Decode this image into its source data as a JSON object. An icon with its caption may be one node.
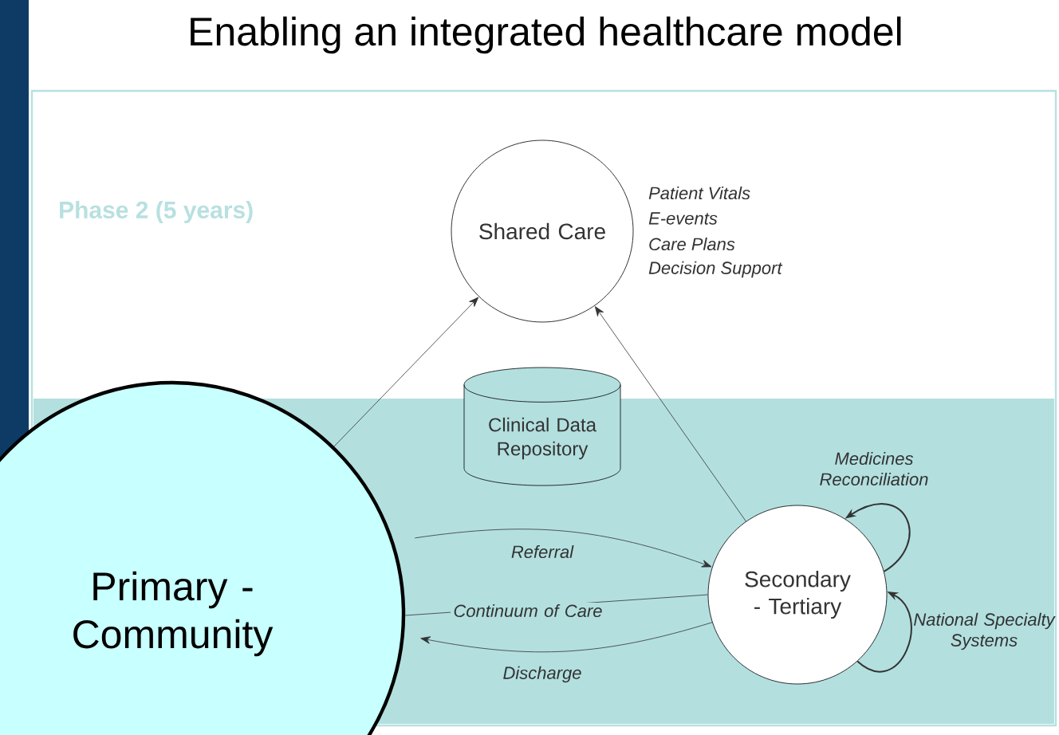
{
  "diagram": {
    "title": "Enabling an integrated healthcare model",
    "nodes": [
      {
        "text": [
          "Shared Care"
        ],
        "beside": [
          "Patient Vitals",
          "E-events",
          "Care Plans",
          "Decision Support"
        ]
      },
      {
        "text": [
          "Clinical Data Repository"
        ]
      },
      {
        "text": [
          "Secondary - Tertiary"
        ]
      },
      {
        "text": [
          "Primary - Community"
        ]
      }
    ],
    "edges": [
      {
        "from": 3,
        "to": 0,
        "arrow": "to"
      },
      {
        "from": 2,
        "to": 0,
        "arrow": "to"
      },
      {
        "from": 3,
        "to": 2,
        "arrow": "to",
        "label": "Referral"
      },
      {
        "from": 3,
        "to": 2,
        "arrow": "none",
        "label": "Continuum of Care"
      },
      {
        "from": 2,
        "to": 3,
        "arrow": "to",
        "label": "Discharge"
      },
      {
        "from": 2,
        "to": 2,
        "arrow": "to",
        "label": "Medicines Reconciliation"
      },
      {
        "from": 2,
        "to": 2,
        "arrow": "to",
        "label": "National Specialty Systems"
      }
    ],
    "labels": [
      "Phase 2 (5 years)"
    ]
  }
}
